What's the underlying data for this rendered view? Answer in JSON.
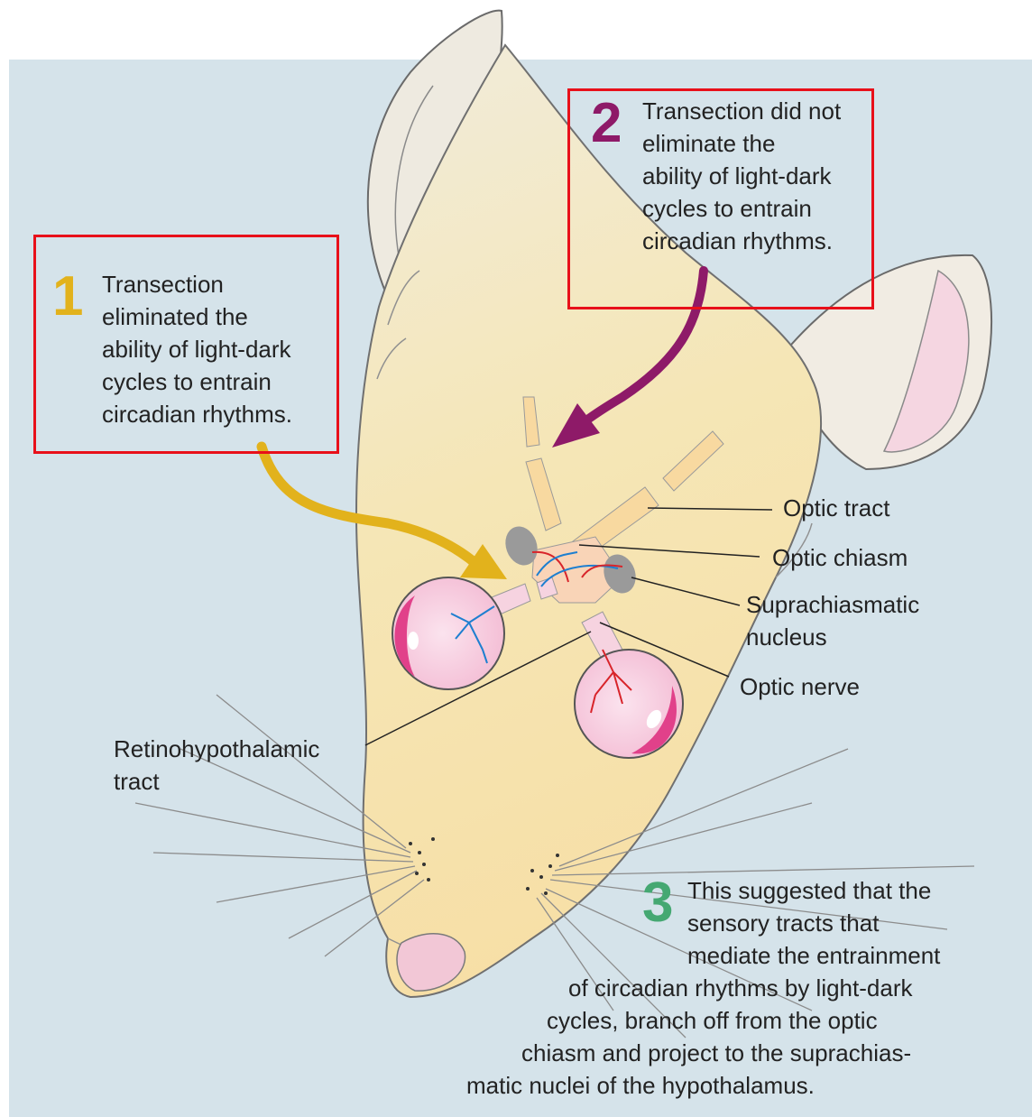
{
  "colors": {
    "background": "#d5e3ea",
    "highlight_box": "#e8101a",
    "step1": "#e2b21c",
    "step2": "#8e1a68",
    "step3": "#45a872",
    "retina_vessels_left": "#1e7fd0",
    "retina_vessels_right": "#d8242a"
  },
  "steps": [
    {
      "number": "1",
      "text": "Transection\neliminated the\nability of light-dark\ncycles to entrain\ncircadian rhythms."
    },
    {
      "number": "2",
      "text": "Transection did not\neliminate the\nability of light-dark\ncycles to entrain\ncircadian rhythms."
    },
    {
      "number": "3",
      "text_lines": [
        "This suggested that the",
        "sensory tracts that",
        "mediate the entrainment",
        "of circadian rhythms by light-dark",
        "cycles, branch off from the optic",
        "chiasm and project to the suprachias-",
        "matic nuclei of the hypothalamus."
      ]
    }
  ],
  "labels": {
    "optic_tract": "Optic tract",
    "optic_chiasm": "Optic chiasm",
    "suprachiasmatic": "Suprachiasmatic\nnucleus",
    "optic_nerve": "Optic nerve",
    "retinohypothalamic": "Retinohypothalamic\ntract"
  },
  "icons": [
    "rat-head-illustration",
    "left-eye-icon",
    "right-eye-icon",
    "step1-arrow-icon",
    "step2-arrow-icon"
  ]
}
